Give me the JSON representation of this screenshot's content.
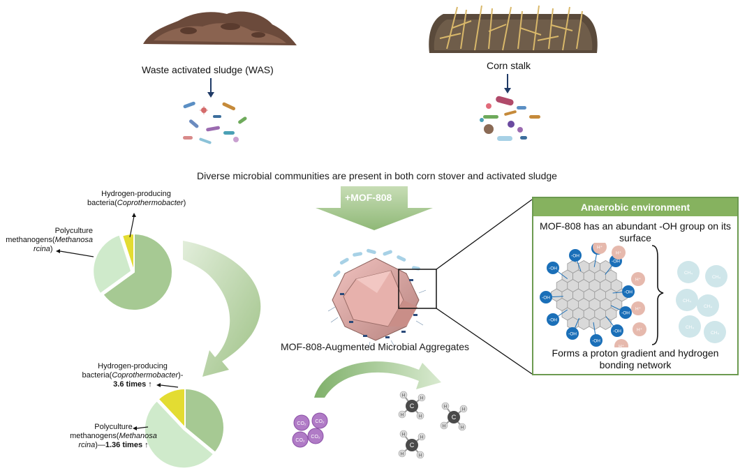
{
  "was": {
    "label": "Waste activated sludge (WAS)"
  },
  "corn": {
    "label": "Corn stalk"
  },
  "headline": "Diverse microbial communities are present in both corn stover and activated sludge",
  "mof_arrow_label": "+MOF-808",
  "mof_aggregate_label": "MOF-808-Augmented Microbial Aggregates",
  "pie_before": {
    "hydrogen_label_line1": "Hydrogen-producing",
    "hydrogen_label_line2_pre": "bacteria(",
    "hydrogen_label_line2_genus": "Coprothermobacter",
    "hydrogen_label_line2_post": ")",
    "methanogen_label_line1": "Polyculture",
    "methanogen_label_line2_pre": "methanogens(",
    "methanogen_label_line2_genus_a": "Methanosa",
    "methanogen_label_line3_genus_b": "rcina",
    "methanogen_label_line3_post": ")"
  },
  "pie_after": {
    "hydrogen_label_line1": "Hydrogen-producing",
    "hydrogen_label_line2_pre": "bacteria(",
    "hydrogen_label_line2_genus": "Coprothermobacter",
    "hydrogen_label_line2_post": ")-",
    "hydrogen_change": "3.6 times ↑",
    "methanogen_label_line1": "Polyculture",
    "methanogen_label_line2_pre": "methanogens(",
    "methanogen_label_line2_genus_a": "Methanosa",
    "methanogen_label_line3_genus_b": "rcina",
    "methanogen_label_line3_post": ")—",
    "methanogen_change": "1.36 times ↑"
  },
  "chart_data": [
    {
      "type": "pie",
      "title": "",
      "series": [
        {
          "values": [
            65,
            30,
            5
          ],
          "colors": [
            "#a6c993",
            "#cfeacb",
            "#e3dc32"
          ]
        }
      ]
    },
    {
      "type": "pie",
      "title": "",
      "series": [
        {
          "values": [
            36,
            52,
            12
          ],
          "colors": [
            "#a6c993",
            "#cfeacb",
            "#e3dc32"
          ]
        }
      ]
    }
  ],
  "panel": {
    "title": "Anaerobic environment",
    "text_top_line1": "MOF-808 has an abundant -OH group on its",
    "text_top_line2": "surface",
    "text_bottom_line1": "Forms a proton gradient and hydrogen",
    "text_bottom_line2": "bonding network",
    "oh_label": "-OH",
    "proton_label": "H⁺",
    "ch4_label": "CH₄"
  },
  "co2_label": "CO₂",
  "methane_c": "C",
  "methane_h": "H",
  "colors": {
    "pie_dark_green": "#a6c993",
    "pie_light_green": "#cfeacb",
    "pie_yellow": "#e3dc32",
    "arrow_green": "#a9c98f",
    "panel_border": "#6c9a50",
    "panel_header": "#86b25f",
    "oh_blue": "#1a6fb8",
    "proton_pink": "#e6b9ad",
    "ch4_blue": "#cfe6ea",
    "co2_purple": "#b07bc6",
    "methane_dark": "#4a4a4a"
  }
}
